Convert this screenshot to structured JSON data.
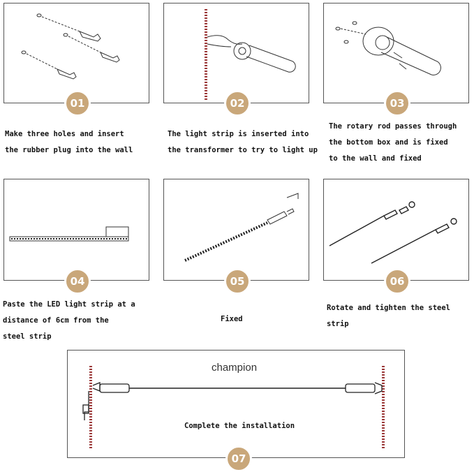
{
  "steps": [
    {
      "number": "01",
      "caption": "Make three holes and insert\nthe rubber plug into the wall"
    },
    {
      "number": "02",
      "caption": "The light strip is inserted into\nthe transformer to try to light up"
    },
    {
      "number": "03",
      "caption": "The rotary rod passes through\nthe bottom box and is fixed\nto the wall and fixed"
    },
    {
      "number": "04",
      "caption": "Paste the LED light strip at a\ndistance of 6cm from the\nsteel strip"
    },
    {
      "number": "05",
      "caption": "Fixed"
    },
    {
      "number": "06",
      "caption": "Rotate and tighten the steel\nstrip"
    }
  ],
  "final": {
    "number": "07",
    "brand": "champion",
    "caption": "Complete the installation"
  },
  "colors": {
    "badge": "#c9a77a",
    "border": "#555555",
    "wall": "#9c3a3a"
  }
}
